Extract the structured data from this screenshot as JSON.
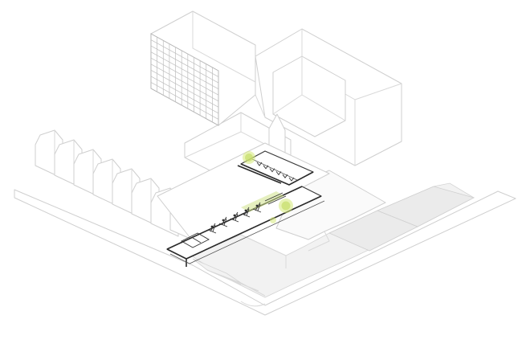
{
  "diagram": {
    "type": "isometric-axonometric",
    "colors": {
      "background": "#ffffff",
      "context_lines": "#cfcfcf",
      "paving": "#f2f2f2",
      "intervention_lines": "#2a2a2a",
      "vegetation_highlight": "#d6ea7a"
    },
    "elements": {
      "context_buildings": "context-massing",
      "tower": "grid-facade-tower",
      "row_houses": "terrace-houses",
      "intervention": "linear-pavilion",
      "trees": "tree-icon"
    }
  }
}
